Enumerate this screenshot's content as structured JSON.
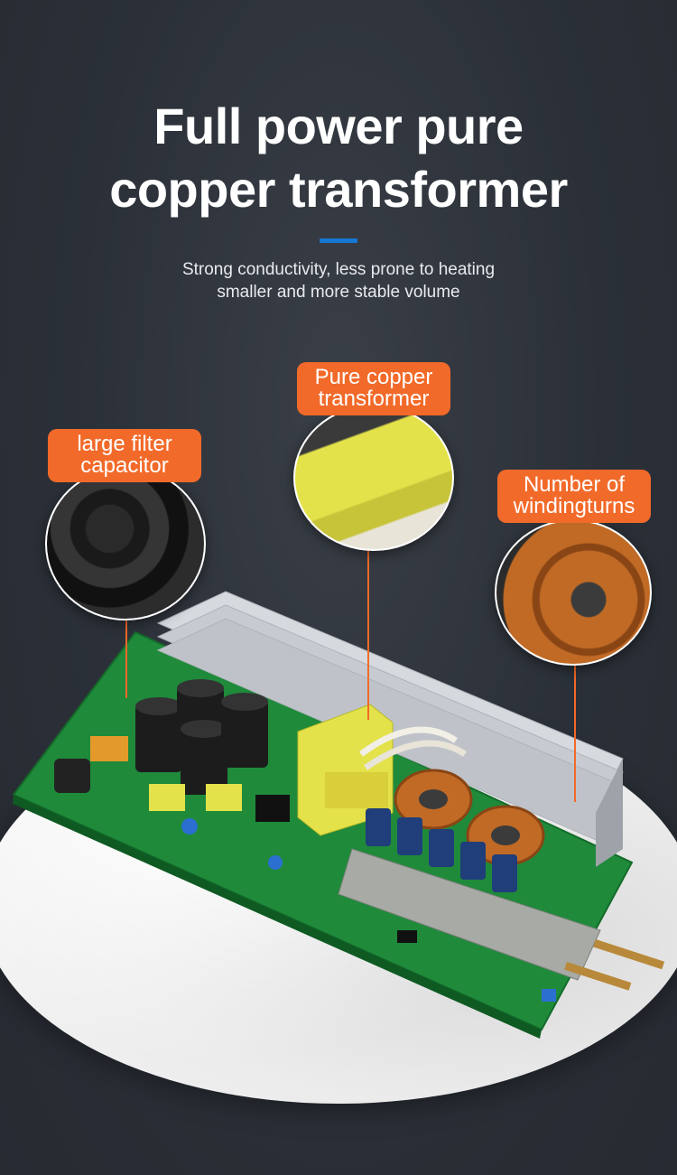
{
  "heading": {
    "line1": "Full power pure",
    "line2": "copper transformer"
  },
  "subheading": {
    "line1": "Strong conductivity, less prone to heating",
    "line2": "smaller and more stable volume"
  },
  "callouts": {
    "capacitor": {
      "line1": "large filter",
      "line2": "capacitor",
      "icon": "capacitor-closeup"
    },
    "transformer": {
      "line1": "Pure copper",
      "line2": "transformer",
      "icon": "transformer-closeup"
    },
    "windings": {
      "line1": "Number of",
      "line2": "windingturns",
      "icon": "toroid-coil-closeup"
    }
  },
  "colors": {
    "accent": "#1677d2",
    "callout": "#f26a2a",
    "pcb_green": "#1f8a3a",
    "transformer_yellow": "#e3e24a",
    "copper": "#c06a25"
  }
}
